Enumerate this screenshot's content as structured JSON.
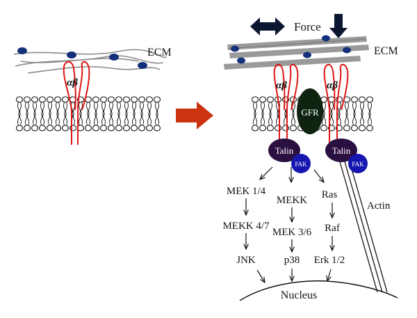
{
  "colors": {
    "integrin": "#e01414",
    "arrow": "#cc3311",
    "talin": "#2a1040",
    "fak": "#1616b0",
    "gfr": "#0f2410",
    "ecm_fiber": "#8a8a8a",
    "ecm_bar": "#9a9a9a",
    "ecm_dot": "#15307a",
    "force_arrow": "#0b1630",
    "line": "#111111"
  },
  "left_panel": {
    "ecm_label": "ECM",
    "integrin_label": "αβ"
  },
  "right_panel": {
    "force_label": "Force",
    "ecm_label": "ECM",
    "integrin_label_1": "αβ",
    "integrin_label_2": "αβ",
    "gfr_label": "GFR",
    "talin_label_1": "Talin",
    "talin_label_2": "Talin",
    "fak_label_1": "FAK",
    "fak_label_2": "FAK",
    "actin_label": "Actin",
    "nucleus_label": "Nucleus"
  },
  "pathways": {
    "col1": [
      "MEK 1/4",
      "MEKK 4/7",
      "JNK"
    ],
    "col2": [
      "MEKK",
      "MEK 3/6",
      "p38"
    ],
    "col3": [
      "Ras",
      "Raf",
      "Erk 1/2"
    ]
  }
}
